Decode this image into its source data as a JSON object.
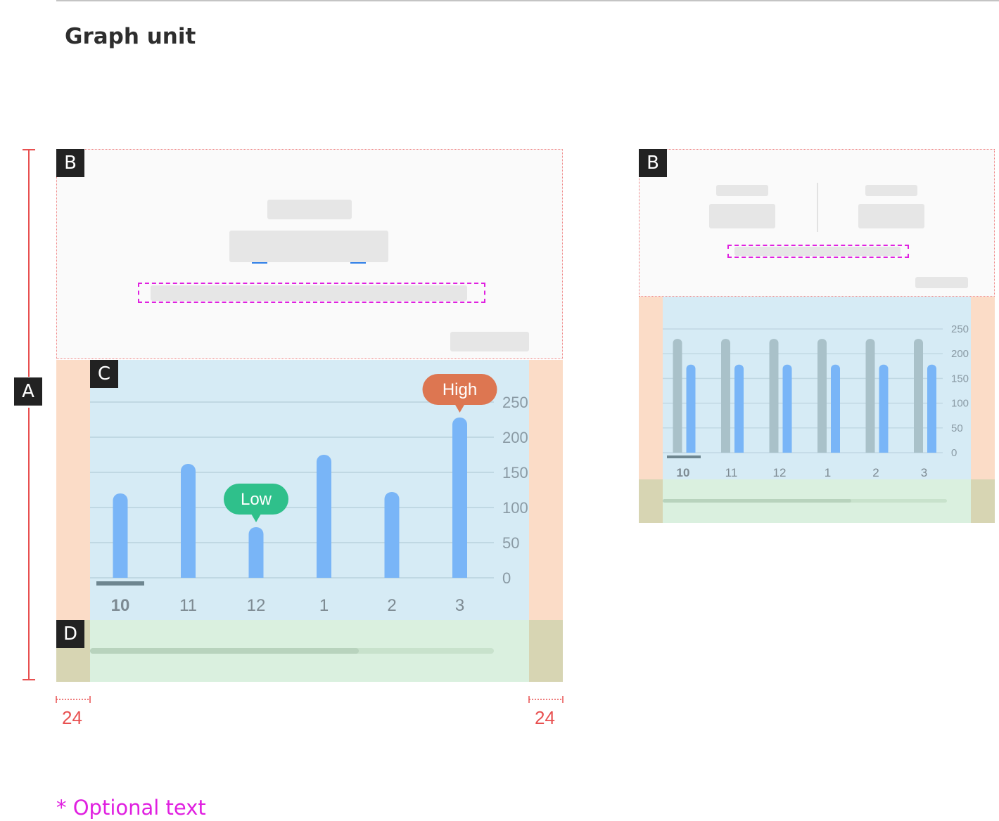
{
  "page": {
    "title": "Graph unit"
  },
  "labels": {
    "a": "A",
    "b": "B",
    "c": "C",
    "d": "D"
  },
  "measures": {
    "left": "24",
    "right": "24"
  },
  "footnote": "* Optional text",
  "colors": {
    "padding": "#fbdcc7",
    "graph_area": "#d6ebf5",
    "scroll_area": "#daf0df",
    "corner": "#d7d5b3",
    "bar": "#79b5f7",
    "bar_gray": "#a9c1c9",
    "high_badge": "#dd7651",
    "low_badge": "#2fc08b",
    "optional_outline": "#e020e0",
    "measure": "#e85050"
  },
  "chart_data": [
    {
      "type": "bar",
      "categories": [
        "10",
        "11",
        "12",
        "1",
        "2",
        "3"
      ],
      "values": [
        120,
        162,
        72,
        175,
        122,
        228
      ],
      "selected_category": "10",
      "yticks": [
        "250",
        "200",
        "150",
        "100",
        "50",
        "0"
      ],
      "ylim": [
        0,
        250
      ],
      "annotations": [
        {
          "label": "High",
          "category": "3"
        },
        {
          "label": "Low",
          "category": "12"
        }
      ]
    },
    {
      "type": "bar",
      "categories": [
        "10",
        "11",
        "12",
        "1",
        "2",
        "3"
      ],
      "series": [
        {
          "values": [
            230,
            230,
            230,
            230,
            230,
            230
          ]
        },
        {
          "values": [
            178,
            178,
            178,
            178,
            178,
            178
          ]
        }
      ],
      "selected_category": "10",
      "yticks": [
        "250",
        "200",
        "150",
        "100",
        "50",
        "0"
      ],
      "ylim": [
        0,
        250
      ]
    }
  ]
}
